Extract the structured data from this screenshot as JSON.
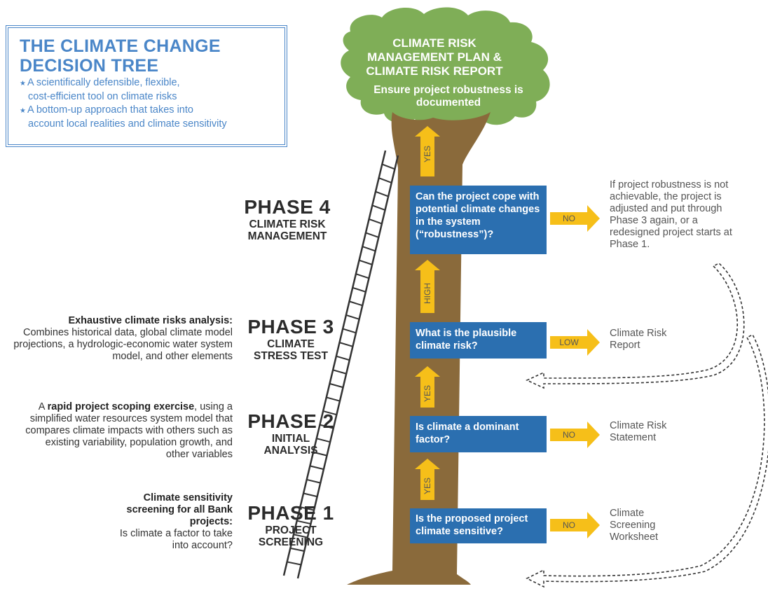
{
  "title_box": {
    "title": "THE CLIMATE CHANGE DECISION TREE",
    "bullets": [
      {
        "line1": "A scientifically defensible, flexible,",
        "line2": "cost-efficient tool on climate risks"
      },
      {
        "line1": "A bottom-up approach that takes into",
        "line2": "account local realities and climate sensitivity"
      }
    ]
  },
  "canopy": {
    "title": "CLIMATE RISK MANAGEMENT PLAN & CLIMATE RISK REPORT",
    "subtitle": "Ensure project robustness is documented"
  },
  "phases": [
    {
      "name": "PHASE 4",
      "sub1": "CLIMATE RISK",
      "sub2": "MANAGEMENT"
    },
    {
      "name": "PHASE 3",
      "sub1": "CLIMATE",
      "sub2": "STRESS TEST"
    },
    {
      "name": "PHASE 2",
      "sub1": "INITIAL",
      "sub2": "ANALYSIS"
    },
    {
      "name": "PHASE 1",
      "sub1": "PROJECT",
      "sub2": "SCREENING"
    }
  ],
  "descriptions": {
    "phase3": {
      "bold": "Exhaustive climate risks analysis:",
      "text": "Combines historical data, global climate model projections, a hydrologic-economic water system model, and other elements"
    },
    "phase2": {
      "pre": "A ",
      "bold": "rapid project scoping exercise",
      "text": ", using a simplified water resources system model that compares climate impacts with others such as existing variability, population growth, and other variables"
    },
    "phase1": {
      "bold": "Climate sensitivity screening for all Bank projects:",
      "text": "Is climate a factor to take into account?"
    }
  },
  "questions": {
    "q4": "Can the project cope with potential climate changes in the system (“robustness”)?",
    "q3": "What is the plausible climate risk?",
    "q2": "Is climate a dominant factor?",
    "q1": "Is the proposed project climate sensitive?"
  },
  "arrow_labels": {
    "up_top": "YES",
    "up_3_4": "HIGH",
    "up_2_3": "YES",
    "up_1_2": "YES",
    "right_4": "NO",
    "right_3": "LOW",
    "right_2": "NO",
    "right_1": "NO"
  },
  "outcomes": {
    "phase4_note": "If project robustness is not achievable, the project is adjusted and put through Phase 3 again, or a redesigned project starts at Phase 1.",
    "phase3": "Climate Risk Report",
    "phase2": "Climate Risk Statement",
    "phase1": "Climate Screening Worksheet"
  },
  "colors": {
    "title_blue": "#4a86c8",
    "question_box": "#2b6fb0",
    "arrow_yellow": "#f6bf19",
    "trunk_brown": "#8a6a3b",
    "canopy_green": "#7fae57"
  }
}
